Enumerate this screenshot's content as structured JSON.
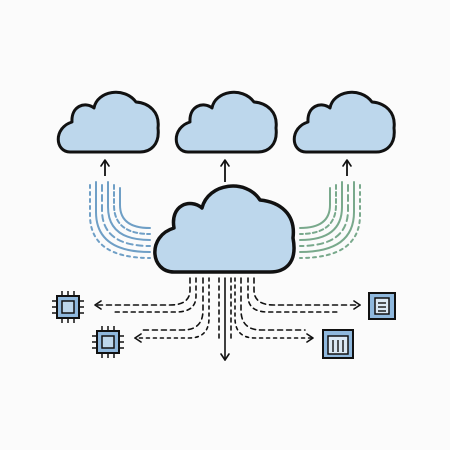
{
  "diagram": {
    "colors": {
      "background": "#fbfbfb",
      "cloud_fill": "#bdd7ec",
      "outline": "#111111",
      "blue_lines": "#6f9fc6",
      "green_lines": "#79a98c",
      "chip_fill": "#8fb8dd"
    },
    "nodes": [
      {
        "name": "cloud-top-left",
        "icon": "cloud-icon"
      },
      {
        "name": "cloud-top-center",
        "icon": "cloud-icon"
      },
      {
        "name": "cloud-top-right",
        "icon": "cloud-icon"
      },
      {
        "name": "cloud-main",
        "icon": "cloud-icon"
      },
      {
        "name": "chip-left-upper",
        "icon": "cpu-chip-icon"
      },
      {
        "name": "chip-left-lower",
        "icon": "cpu-chip-icon"
      },
      {
        "name": "server-right-upper",
        "icon": "server-icon"
      },
      {
        "name": "server-right-lower",
        "icon": "server-icon"
      }
    ]
  }
}
